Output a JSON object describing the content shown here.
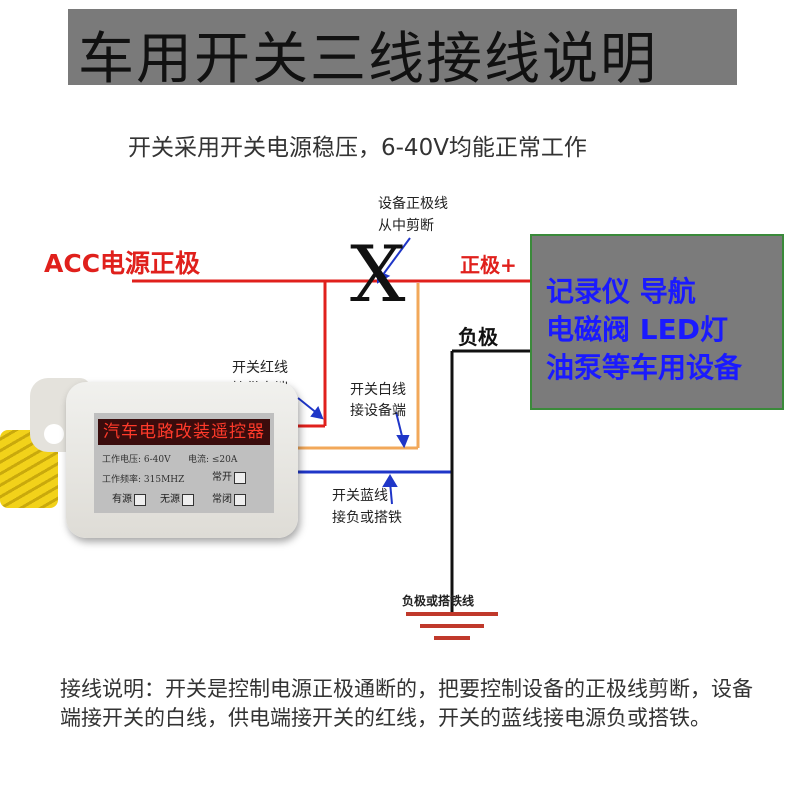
{
  "title": "车用开关三线接线说明",
  "subtitle": "开关采用开关电源稳压，6-40V均能正常工作",
  "cut_note": [
    "设备正极线",
    "从中剪断"
  ],
  "cut_mark": "X",
  "acc_label": "ACC电源正极",
  "positive_label": "正极+",
  "negative_label": "负极",
  "device_lines": [
    "记录仪 导航",
    "电磁阀 LED灯",
    "油泵等车用设备"
  ],
  "red_wire_label": [
    "开关红线",
    "接供电端"
  ],
  "white_wire_label": [
    "开关白线",
    "接设备端"
  ],
  "blue_wire_label": [
    "开关蓝线",
    "接负或搭铁"
  ],
  "ground_label": "负极或搭铁线",
  "module": {
    "display": "汽车电路改装遥控器",
    "voltage": "工作电压: 6-40V",
    "current": "电流: ≤20A",
    "frequency": "工作频率: 315MHZ",
    "always_on": "常开",
    "with_power": "有源",
    "no_power": "无源",
    "always_off": "常闭"
  },
  "note": "接线说明：开关是控制电源正极通断的，把要控制设备的正极线剪断，设备端接开关的白线，供电端接开关的红线，开关的蓝线接电源负或搭铁。",
  "colors": {
    "red_wire": "#e0201c",
    "white_wire": "#f2a85a",
    "blue_wire": "#1f36c8",
    "black_wire": "#111111",
    "device_box": "#7b7b7b",
    "device_text": "#1a1aff"
  }
}
